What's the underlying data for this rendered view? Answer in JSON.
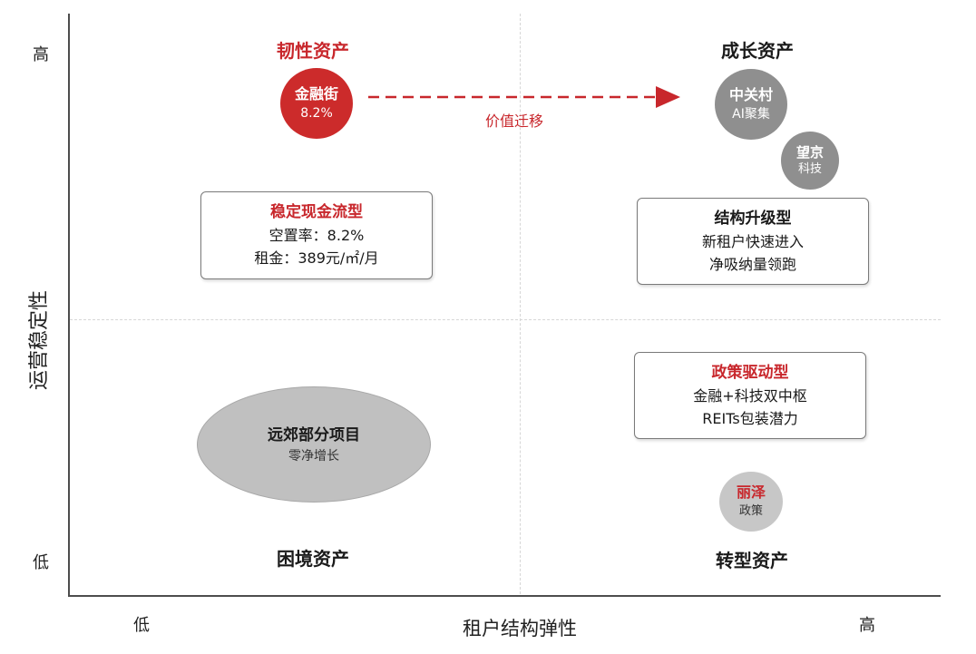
{
  "axes": {
    "y_label": "运营稳定性",
    "x_label": "租户结构弹性",
    "y_high": "高",
    "y_low": "低",
    "x_low": "低",
    "x_high": "高"
  },
  "quadrants": {
    "top_left": "韧性资产",
    "top_right": "成长资产",
    "bottom_left": "困境资产",
    "bottom_right": "转型资产"
  },
  "nodes": {
    "jinrongjie": {
      "name": "金融街",
      "value": "8.2%"
    },
    "zhongguancun": {
      "name": "中关村",
      "sub": "AI聚集"
    },
    "wangjing": {
      "name": "望京",
      "sub": "科技"
    },
    "lize": {
      "name": "丽泽",
      "sub": "政策"
    },
    "suburb": {
      "name": "远郊部分项目",
      "sub": "零净增长"
    }
  },
  "arrow": {
    "label": "价值迁移"
  },
  "boxes": {
    "stable_cashflow": {
      "title": "稳定现金流型",
      "line1": "空置率：8.2%",
      "line2": "租金：389元/㎡/月"
    },
    "structural_upgrade": {
      "title": "结构升级型",
      "line1": "新租户快速进入",
      "line2": "净吸纳量领跑"
    },
    "policy_driven": {
      "title": "政策驱动型",
      "line1": "金融+科技双中枢",
      "line2": "REITs包装潜力"
    }
  },
  "colors": {
    "accent_red": "#c8272c",
    "node_red": "#cc2b2b",
    "node_grey": "#8f8f8f",
    "node_light_grey": "#c7c7c7"
  }
}
